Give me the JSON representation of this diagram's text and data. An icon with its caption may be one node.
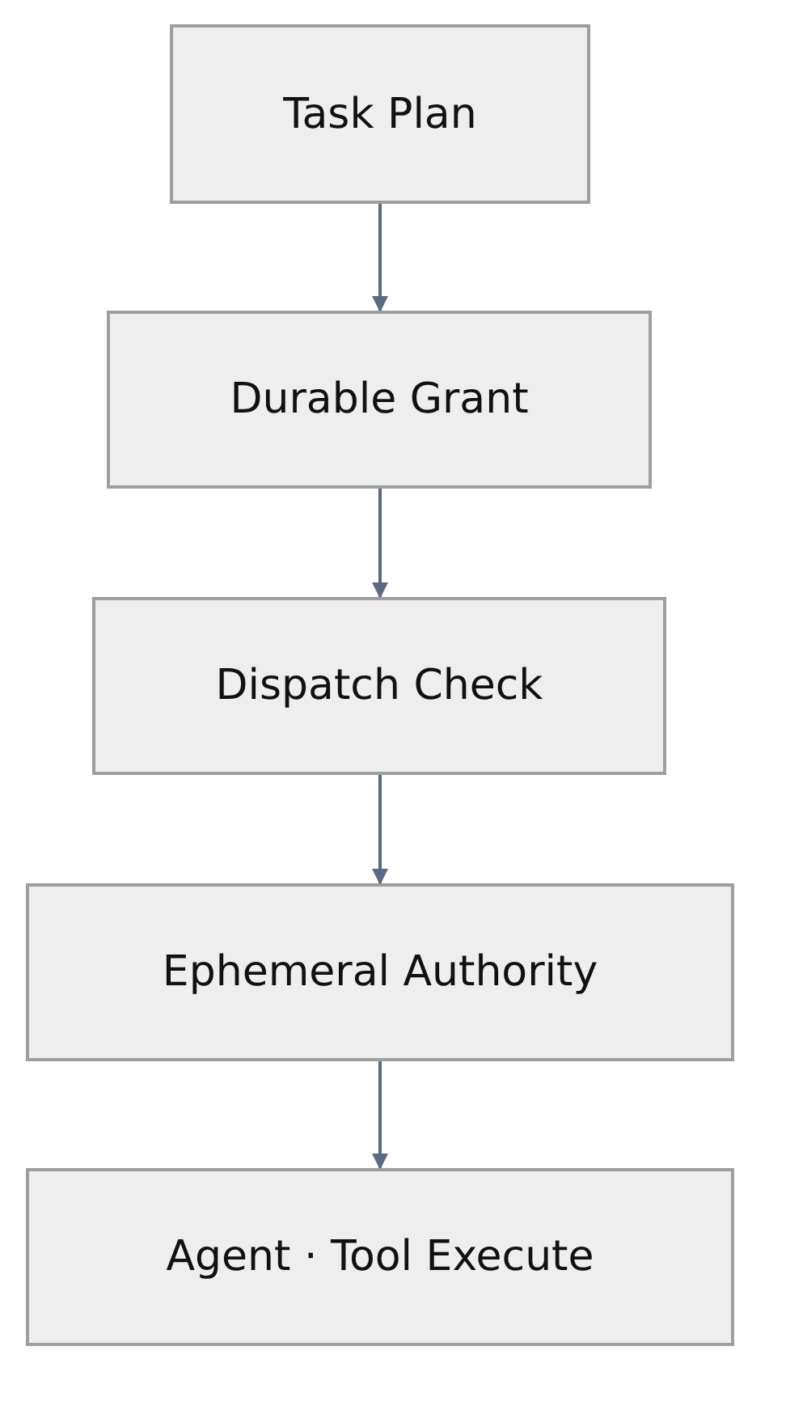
{
  "diagram": {
    "nodes": [
      {
        "text": [
          "Task Plan"
        ]
      },
      {
        "text": [
          "Durable Grant"
        ]
      },
      {
        "text": [
          "Dispatch Check"
        ]
      },
      {
        "text": [
          "Ephemeral Authority"
        ]
      },
      {
        "text": [
          "Agent · Tool Execute"
        ]
      }
    ],
    "edges": [
      {
        "from": 0,
        "to": 1,
        "arrow": "to"
      },
      {
        "from": 1,
        "to": 2,
        "arrow": "to"
      },
      {
        "from": 2,
        "to": 3,
        "arrow": "to"
      },
      {
        "from": 3,
        "to": 4,
        "arrow": "to"
      }
    ]
  }
}
